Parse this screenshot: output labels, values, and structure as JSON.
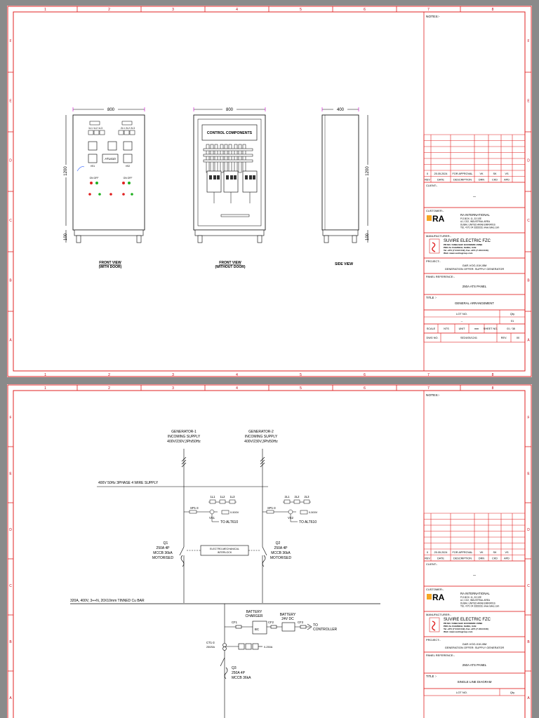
{
  "grid": {
    "columns": [
      "1",
      "2",
      "3",
      "4",
      "5",
      "6",
      "7",
      "8"
    ],
    "rows": [
      "F",
      "E",
      "D",
      "C",
      "B",
      "A"
    ]
  },
  "sheet1": {
    "notes": "NOTES:-",
    "front_view": {
      "width": "800",
      "height": "1200",
      "base": "100",
      "atl": "ATL610",
      "voltage_labels_left": "1L1  1L2  1L3",
      "voltage_labels_right": "2L1  2L2  2L3",
      "vs1": "VS1",
      "vs2": "VS2",
      "on_off": "ON   OFF",
      "caption_line1": "FRONT VIEW",
      "caption_line2": "(WITH DOOR)"
    },
    "front_no_door": {
      "width": "800",
      "header": "CONTROL COMPONENTS",
      "caption_line1": "FRONT VIEW",
      "caption_line2": "(WITHOUT DOOR)"
    },
    "side_view": {
      "width": "400",
      "height": "1200",
      "base": "100",
      "caption": "SIDE VIEW"
    }
  },
  "sheet2": {
    "notes": "NOTES:-",
    "gen1": [
      "GENERATOR-1",
      "INCOMING SUPPLY",
      "400V/230V,3Ph/50Hz"
    ],
    "gen2": [
      "GENERATOR-2",
      "INCOMING SUPPLY",
      "400V/230V,3Ph/50Hz"
    ],
    "supply": "400V 50Hz 3PHASE 4 WIRE SUPPLY",
    "bus1": [
      "1L1",
      "1L2",
      "1L3"
    ],
    "bus2": [
      "2L1",
      "2L2",
      "2L3"
    ],
    "sp1": "SP1-3",
    "sp2": "SP1-3",
    "vs1": "VS1",
    "vs2": "VS2",
    "vrange": "0-500V",
    "to_atl1": "TO ALT610",
    "to_atl2": "TO ALT610",
    "q1": [
      "Q1",
      "250A 4P",
      "MCCB 36kA",
      "MOTORISED"
    ],
    "q2": [
      "Q2",
      "250A 4P",
      "MCCB 36kA",
      "MOTORISED"
    ],
    "interlock": [
      "ELECTRO-MECHANICAL",
      "INTERLOCK"
    ],
    "busbar": "320A, 400V, 3++N, 20X10mm TINNED Cu BAR",
    "battery_charger": [
      "BATTERY",
      "CHARGER"
    ],
    "battery": [
      "BATTERY",
      "24V DC"
    ],
    "bc": "BC",
    "cf1": "CF1",
    "cf2": "CF2",
    "cf3": "CF3",
    "to_controller": [
      "TO",
      "CONTROLLER"
    ],
    "ct": [
      "CT1-3",
      "250/5A"
    ],
    "ammeter_range": "0-250A",
    "q3": [
      "Q3",
      "250A 4P",
      "MCCB 36kA"
    ]
  },
  "title_block": {
    "rev": {
      "rev": "0",
      "date": "25.05.2024",
      "desc": "FOR APPROVAL",
      "drn": "VK",
      "chkd": "SK",
      "apd": "VS"
    },
    "rev_headers": [
      "REV",
      "DATE",
      "DESCRIPTION",
      "DRN",
      "CKD",
      "APD"
    ],
    "client_label": "CLIENT:-",
    "client": "--",
    "customer_label": "CUSTOMER:-",
    "customer_logo": "RA",
    "customer_name": "RA INTERNATIONAL",
    "customer_addr": [
      "P.O.BOX: 11, 33 1EE",
      "AJ, CO2, INDUSTRIAL AREA",
      "DUBAI, UNITED ARAB EMIRATES",
      "TEL +971 04 3333333, www.raiwc.com"
    ],
    "manufacturer_label": "MANUFACTURER:-",
    "manufacturer_name": "SUVIRE ELECTRIC FZC",
    "manufacturer_addr": [
      "PB NO. 54892,SAIF ECONOMIC ZONE",
      "PRO AL KHAIMAH, SAIDA, UAE",
      "Tel +971 (7 2444 042), Fax +971 (7 2444 040)",
      "Web: www.suvlregroup.com"
    ],
    "project_label": "PROJECT:-",
    "project": [
      "GAR-VOG-01K-BM",
      "GENERATION OFFER: SUPPLY GENERATOR"
    ],
    "panel_ref_label": "PANEL REFERENCE:-",
    "panel_ref": "250A ATS PANEL",
    "title_label": "TITLE :-",
    "title1": "GENERAL ARRANGEMENT",
    "title2": "SINGLE LINE DIAGRAM",
    "lot_no": "LOT NO.",
    "qty": "Qty",
    "lot_val": "--",
    "qty_val": "01",
    "scale_label": "SCALE",
    "scale_val": "NTS",
    "unit_label": "UNIT",
    "unit_val": "mm",
    "sheet_label": "SHEET NO.",
    "sheet_val": "01 / 38",
    "dwg_label": "DWG NO.",
    "dwg_val": "SE24/05/1241",
    "rev_label": "REV.",
    "rev_val": "00"
  }
}
